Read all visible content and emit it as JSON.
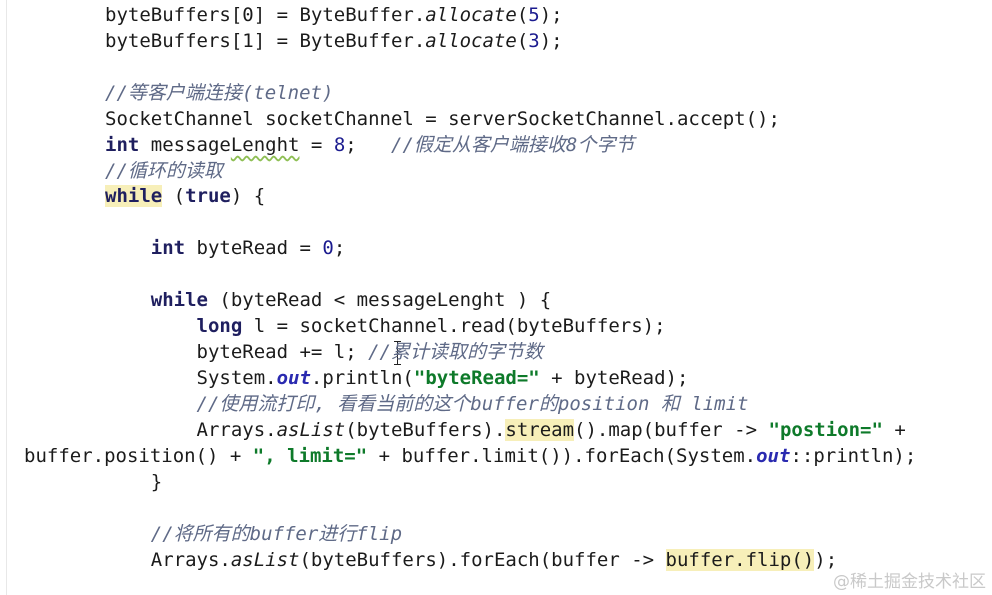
{
  "editor": {
    "lines": [
      {
        "segs": [
          {
            "t": "byteBuffers[0] = ByteBuffer."
          },
          {
            "t": "allocate",
            "c": "it"
          },
          {
            "t": "("
          },
          {
            "t": "5",
            "c": "num"
          },
          {
            "t": ");"
          }
        ]
      },
      {
        "segs": [
          {
            "t": "byteBuffers[1] = ByteBuffer."
          },
          {
            "t": "allocate",
            "c": "it"
          },
          {
            "t": "("
          },
          {
            "t": "3",
            "c": "num"
          },
          {
            "t": ");"
          }
        ]
      },
      {
        "segs": []
      },
      {
        "segs": [
          {
            "t": "//等客户端连接(telnet)",
            "c": "cmt"
          }
        ]
      },
      {
        "segs": [
          {
            "t": "SocketChannel socketChannel = serverSocketChannel.accept();"
          }
        ]
      },
      {
        "segs": [
          {
            "t": "int",
            "c": "kw"
          },
          {
            "t": " message"
          },
          {
            "t": "Lenght",
            "c": "squiggle"
          },
          {
            "t": " = "
          },
          {
            "t": "8",
            "c": "num"
          },
          {
            "t": ";   "
          },
          {
            "t": "//假定从客户端接收8个字节",
            "c": "cmt"
          }
        ]
      },
      {
        "segs": [
          {
            "t": "//循环的读取",
            "c": "cmt"
          }
        ]
      },
      {
        "segs": [
          {
            "t": "while",
            "c": "kw hl"
          },
          {
            "t": " ("
          },
          {
            "t": "true",
            "c": "kw"
          },
          {
            "t": ") {"
          }
        ]
      },
      {
        "segs": []
      },
      {
        "segs": [
          {
            "t": "    "
          },
          {
            "t": "int",
            "c": "kw"
          },
          {
            "t": " byteRead = "
          },
          {
            "t": "0",
            "c": "num"
          },
          {
            "t": ";"
          }
        ]
      },
      {
        "segs": []
      },
      {
        "segs": [
          {
            "t": "    "
          },
          {
            "t": "while",
            "c": "kw"
          },
          {
            "t": " (byteRead < messageLenght ) {"
          }
        ]
      },
      {
        "segs": [
          {
            "t": "        "
          },
          {
            "t": "long",
            "c": "kw"
          },
          {
            "t": " l = socketChannel.read(byteBuffers);"
          }
        ]
      },
      {
        "segs": [
          {
            "t": "        byteRead += l; "
          },
          {
            "t": "//累计读取的字节数",
            "c": "cmt"
          }
        ]
      },
      {
        "segs": [
          {
            "t": "        System."
          },
          {
            "t": "out",
            "c": "field"
          },
          {
            "t": ".println("
          },
          {
            "t": "\"byteRead=\"",
            "c": "str"
          },
          {
            "t": " + byteRead);"
          }
        ]
      },
      {
        "segs": [
          {
            "t": "        "
          },
          {
            "t": "//使用流打印, 看看当前的这个buffer的position 和 limit",
            "c": "cmt"
          }
        ]
      },
      {
        "segs": [
          {
            "t": "        Arrays."
          },
          {
            "t": "asList",
            "c": "it"
          },
          {
            "t": "(byteBuffers)."
          },
          {
            "t": "stream",
            "c": "hl"
          },
          {
            "t": "().map(buffer -> "
          },
          {
            "t": "\"postion=\"",
            "c": "str"
          },
          {
            "t": " +"
          }
        ]
      },
      {
        "segs": [
          {
            "t": "buffer.position() + "
          },
          {
            "t": "\", limit=\"",
            "c": "str"
          },
          {
            "t": " + buffer.limit()).forEach(System."
          },
          {
            "t": "out",
            "c": "field"
          },
          {
            "t": "::println);"
          }
        ]
      },
      {
        "segs": [
          {
            "t": "    }"
          }
        ]
      },
      {
        "segs": []
      },
      {
        "segs": [
          {
            "t": "    "
          },
          {
            "t": "//将所有的buffer进行flip",
            "c": "cmt"
          }
        ]
      },
      {
        "segs": [
          {
            "t": "    Arrays."
          },
          {
            "t": "asList",
            "c": "it"
          },
          {
            "t": "(byteBuffers).forEach(buffer -> "
          },
          {
            "t": "buffer.flip()",
            "c": "hl"
          },
          {
            "t": ");"
          }
        ]
      }
    ]
  },
  "watermark": "@稀土掘金技术社区"
}
